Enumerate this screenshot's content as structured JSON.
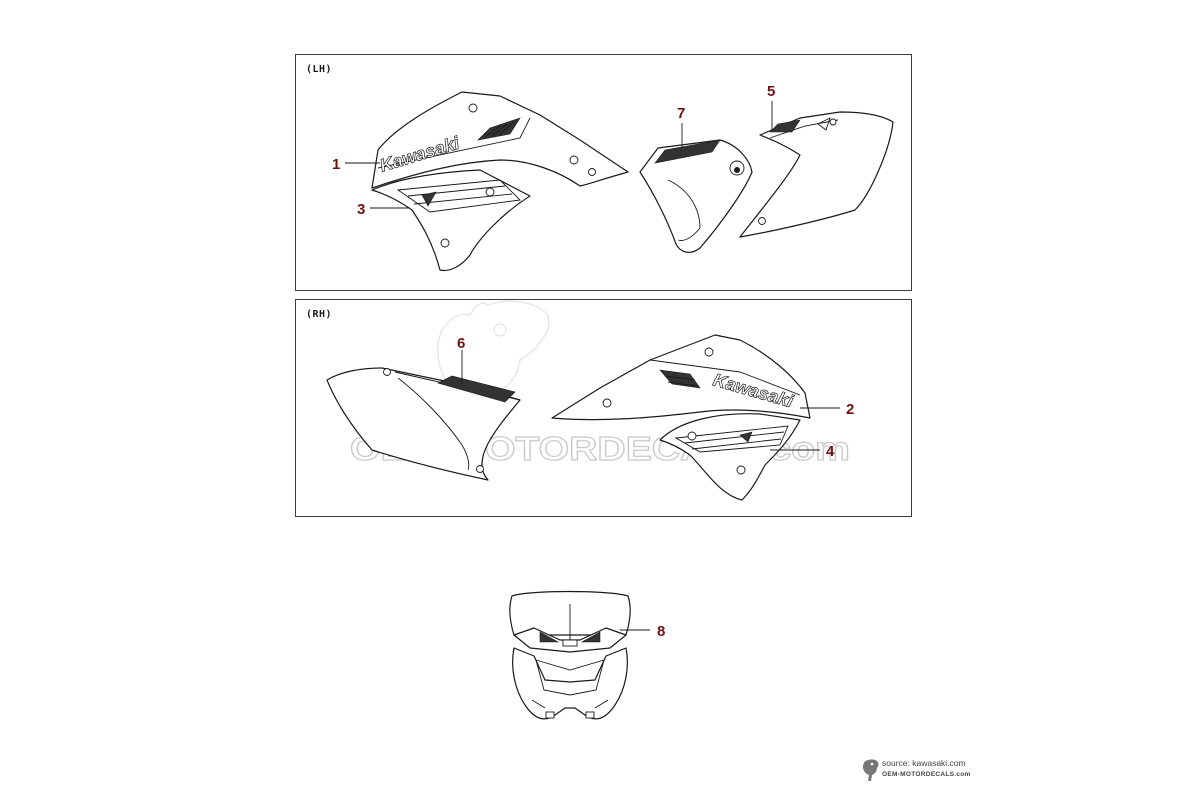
{
  "panels": {
    "lh_label": "(LH)",
    "rh_label": "(RH)"
  },
  "callouts": {
    "c1": "1",
    "c2": "2",
    "c3": "3",
    "c4": "4",
    "c5": "5",
    "c6": "6",
    "c7": "7",
    "c8": "8"
  },
  "decal_text": {
    "brand_lh": "Kawasaki",
    "brand_rh": "Kawasaki"
  },
  "watermark": {
    "text": "OEM-MOTORDECALS.com"
  },
  "footer": {
    "source": "source: kawasaki.com",
    "brand": "OEM-MOTORDECALS.com"
  },
  "colors": {
    "callout": "#6b1412",
    "outline": "#1a1a1a",
    "watermark": "#c9c9c9"
  }
}
